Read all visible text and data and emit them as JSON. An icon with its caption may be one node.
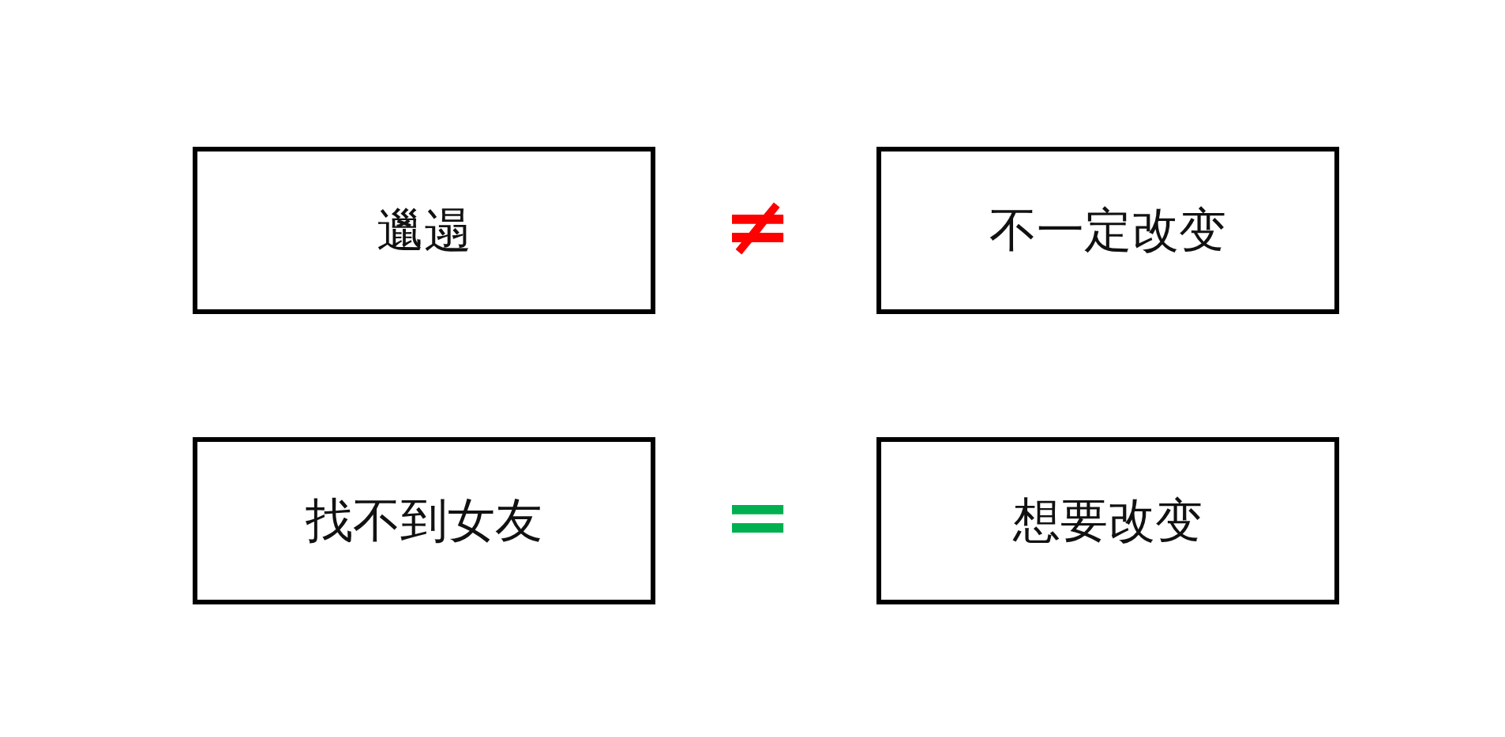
{
  "diagram": {
    "nodes": [
      {
        "text": [
          "邋遢"
        ]
      },
      {
        "text": [
          "不一定改变"
        ]
      },
      {
        "text": [
          "找不到女友"
        ]
      },
      {
        "text": [
          "想要改变"
        ]
      }
    ],
    "labels": [
      "≠",
      "="
    ]
  }
}
